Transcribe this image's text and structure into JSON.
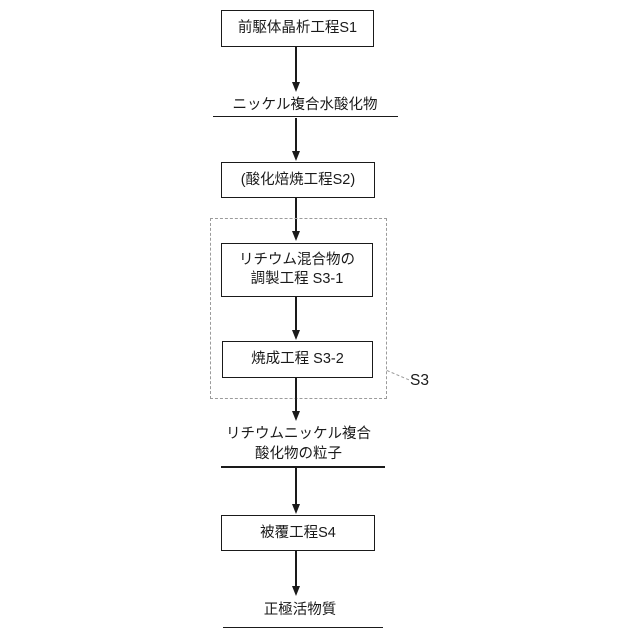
{
  "diagram": {
    "type": "flowchart",
    "background_color": "#ffffff",
    "line_color": "#1a1a1a",
    "dash_color": "#9b9b9b",
    "steps": {
      "s1": "前駆体晶析工程S1",
      "s2": "(酸化焙焼工程S2)",
      "s3_1_line1": "リチウム混合物の",
      "s3_1_line2": "調製工程 S3-1",
      "s3_2": "焼成工程 S3-2",
      "s4": "被覆工程S4"
    },
    "products": {
      "p1": "ニッケル複合水酸化物",
      "p2_line1": "リチウムニッケル複合",
      "p2_line2": "酸化物の粒子",
      "p3": "正極活物質"
    },
    "group": {
      "label": "S3"
    }
  }
}
